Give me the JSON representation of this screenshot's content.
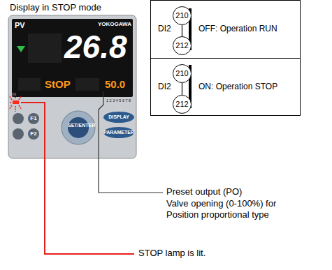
{
  "diagram": {
    "nodes": [
      {
        "text": [
          "DI2",
          "OFF: Operation RUN"
        ]
      },
      {
        "text": [
          "210"
        ],
        "in": 0
      },
      {
        "text": [
          "212"
        ],
        "in": 0
      },
      {
        "text": [
          "DI2",
          "ON: Operation STOP"
        ]
      },
      {
        "text": [
          "210"
        ],
        "in": 3
      },
      {
        "text": [
          "212"
        ],
        "in": 3
      }
    ],
    "edges": [
      {
        "from": 1,
        "to": 2,
        "arrow": "none"
      },
      {
        "from": 4,
        "to": 5,
        "arrow": "none"
      }
    ],
    "labels": [
      "Display in STOP mode",
      "PV",
      "YOKOGAWA",
      "26.8",
      "StOP",
      "50.0",
      "F1",
      "F2",
      "SET/ENTER",
      "DISPLAY",
      "PARAMETER",
      "1 2 3 4 5 6 7 8",
      "Preset output (PO)",
      "Valve opening (0-100%) for Position proportional type",
      "STOP lamp is lit."
    ]
  }
}
